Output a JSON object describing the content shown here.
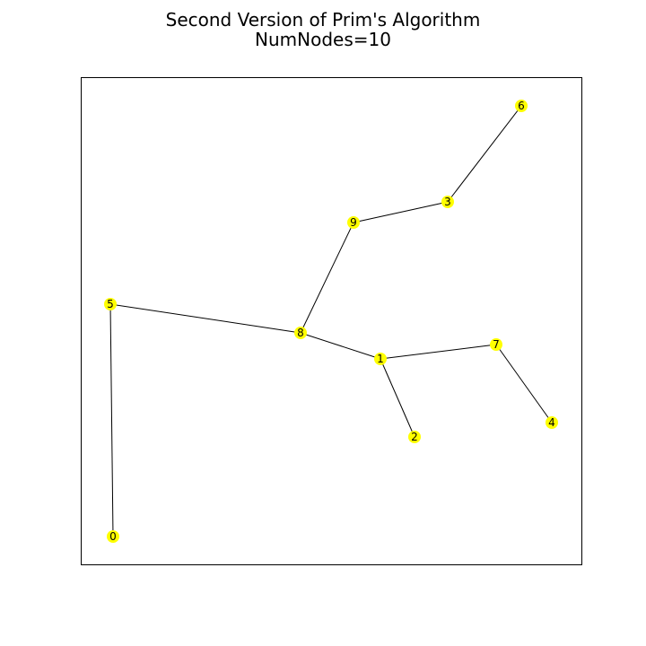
{
  "figure": {
    "title_line1": "Second Version of Prim's Algorithm",
    "title_line2": "NumNodes=10",
    "node_color": "#ffff00",
    "edge_color": "#000000"
  },
  "graph": {
    "nodes": [
      {
        "id": "0",
        "label": "0"
      },
      {
        "id": "1",
        "label": "1"
      },
      {
        "id": "2",
        "label": "2"
      },
      {
        "id": "3",
        "label": "3"
      },
      {
        "id": "4",
        "label": "4"
      },
      {
        "id": "5",
        "label": "5"
      },
      {
        "id": "6",
        "label": "6"
      },
      {
        "id": "7",
        "label": "7"
      },
      {
        "id": "8",
        "label": "8"
      },
      {
        "id": "9",
        "label": "9"
      }
    ],
    "edges": [
      {
        "source": "0",
        "target": "5"
      },
      {
        "source": "5",
        "target": "8"
      },
      {
        "source": "8",
        "target": "9"
      },
      {
        "source": "9",
        "target": "3"
      },
      {
        "source": "3",
        "target": "6"
      },
      {
        "source": "8",
        "target": "1"
      },
      {
        "source": "1",
        "target": "7"
      },
      {
        "source": "1",
        "target": "2"
      },
      {
        "source": "7",
        "target": "4"
      }
    ]
  }
}
